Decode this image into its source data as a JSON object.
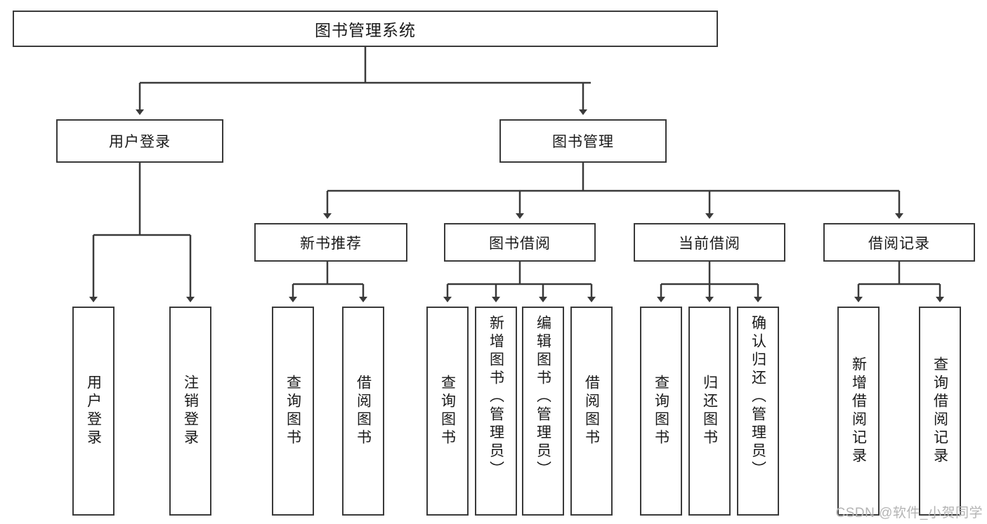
{
  "diagram": {
    "title": "图书管理系统",
    "type": "tree",
    "watermark": "CSDN @软件_小贺同学",
    "colors": {
      "stroke": "#3a3a3a",
      "fill": "#ffffff",
      "text": "#1a1a1a",
      "watermark": "#b4b4b4"
    },
    "root": {
      "label": "图书管理系统"
    },
    "level1": [
      {
        "label": "用户登录"
      },
      {
        "label": "图书管理"
      }
    ],
    "level2": [
      {
        "label": "新书推荐"
      },
      {
        "label": "图书借阅"
      },
      {
        "label": "当前借阅"
      },
      {
        "label": "借阅记录"
      }
    ],
    "leaves": {
      "user_login": [
        {
          "label": "用户登录"
        },
        {
          "label": "注销登录"
        }
      ],
      "new_book": [
        {
          "label": "查询图书"
        },
        {
          "label": "借阅图书"
        }
      ],
      "borrow_book": [
        {
          "label": "查询图书"
        },
        {
          "label": "新增图书（管理员）"
        },
        {
          "label": "编辑图书（管理员）"
        },
        {
          "label": "借阅图书"
        }
      ],
      "current_borrow": [
        {
          "label": "查询图书"
        },
        {
          "label": "归还图书"
        },
        {
          "label": "确认归还（管理员）"
        }
      ],
      "borrow_record": [
        {
          "label": "新增借阅记录"
        },
        {
          "label": "查询借阅记录"
        }
      ]
    }
  }
}
